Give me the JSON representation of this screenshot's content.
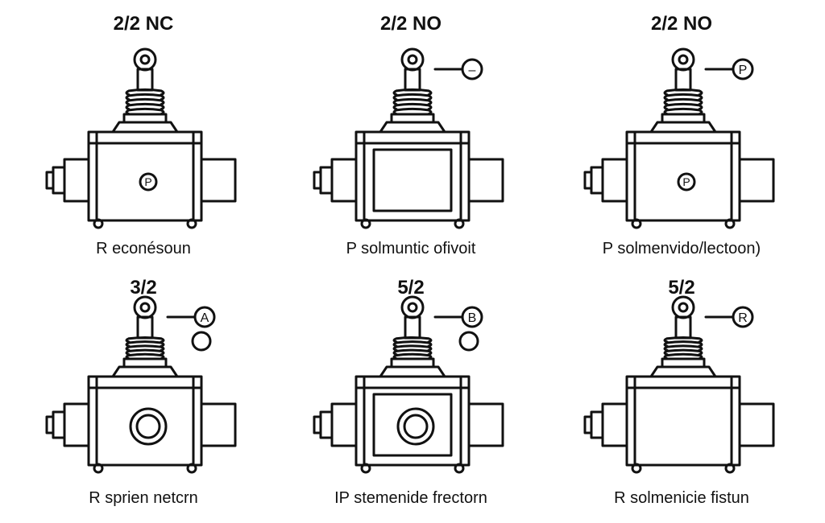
{
  "colors": {
    "stroke": "#111111",
    "background": "#ffffff"
  },
  "valves": [
    {
      "title": "2/2 NC",
      "caption": "R econésoun",
      "body_label": "P",
      "port_labels": [],
      "port_circles": 0,
      "center": "label",
      "inner_frame": false
    },
    {
      "title": "2/2 NO",
      "caption": "P solmuntic ofivoit",
      "body_label": "",
      "port_labels": [
        "–"
      ],
      "port_circles": 0,
      "center": "none",
      "inner_frame": true
    },
    {
      "title": "2/2 NO",
      "caption": "P solmenvido/lectoon)",
      "body_label": "P",
      "port_labels": [
        "P"
      ],
      "port_circles": 0,
      "center": "label",
      "inner_frame": false
    },
    {
      "title": "3/2",
      "caption": "R sprien netcrn",
      "body_label": "",
      "port_labels": [
        "A"
      ],
      "port_circles": 1,
      "center": "ring",
      "inner_frame": false
    },
    {
      "title": "5/2",
      "caption": "IP stemenide frectorn",
      "body_label": "",
      "port_labels": [
        "B"
      ],
      "port_circles": 1,
      "center": "ring",
      "inner_frame": true
    },
    {
      "title": "5/2",
      "caption": "R solmenicie fistun",
      "body_label": "",
      "port_labels": [
        "R"
      ],
      "port_circles": 0,
      "center": "none",
      "inner_frame": false
    }
  ]
}
